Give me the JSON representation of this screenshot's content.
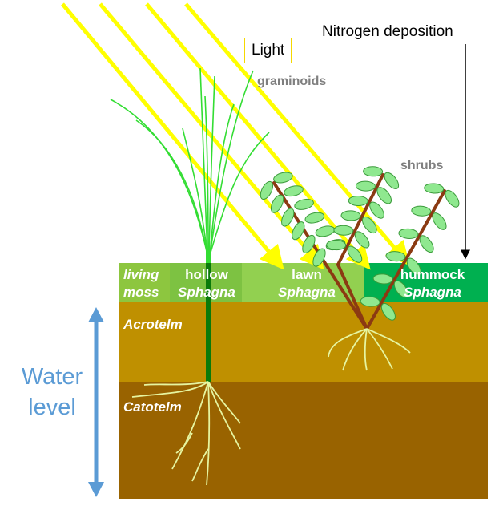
{
  "labels": {
    "light": "Light",
    "nitrogen": "Nitrogen deposition",
    "graminoids": "graminoids",
    "shrubs": "shrubs",
    "living_moss": [
      "living",
      "moss"
    ],
    "hollow": [
      "hollow",
      "Sphagna"
    ],
    "lawn": [
      "lawn",
      "Sphagna"
    ],
    "hummock": [
      "hummock",
      "Sphagna"
    ],
    "acrotelm": "Acrotelm",
    "catotelm": "Catotelm",
    "water_level": [
      "Water",
      "level"
    ]
  },
  "colors": {
    "light_ray": "#ffff00",
    "graminoid": "#33dd33",
    "stem_dark": "#0a7a0a",
    "shrub_branch": "#8b3a12",
    "leaf": "#8fe88f",
    "leaf_edge": "#3a9a3a",
    "living_moss_band": "#8dc63f",
    "hollow_band": "#7dc242",
    "lawn_band": "#92d050",
    "hummock_band": "#00b050",
    "acrotelm": "#bf9000",
    "catotelm": "#996300",
    "root": "#e6f5a0",
    "water_arrow": "#5b9bd5"
  }
}
